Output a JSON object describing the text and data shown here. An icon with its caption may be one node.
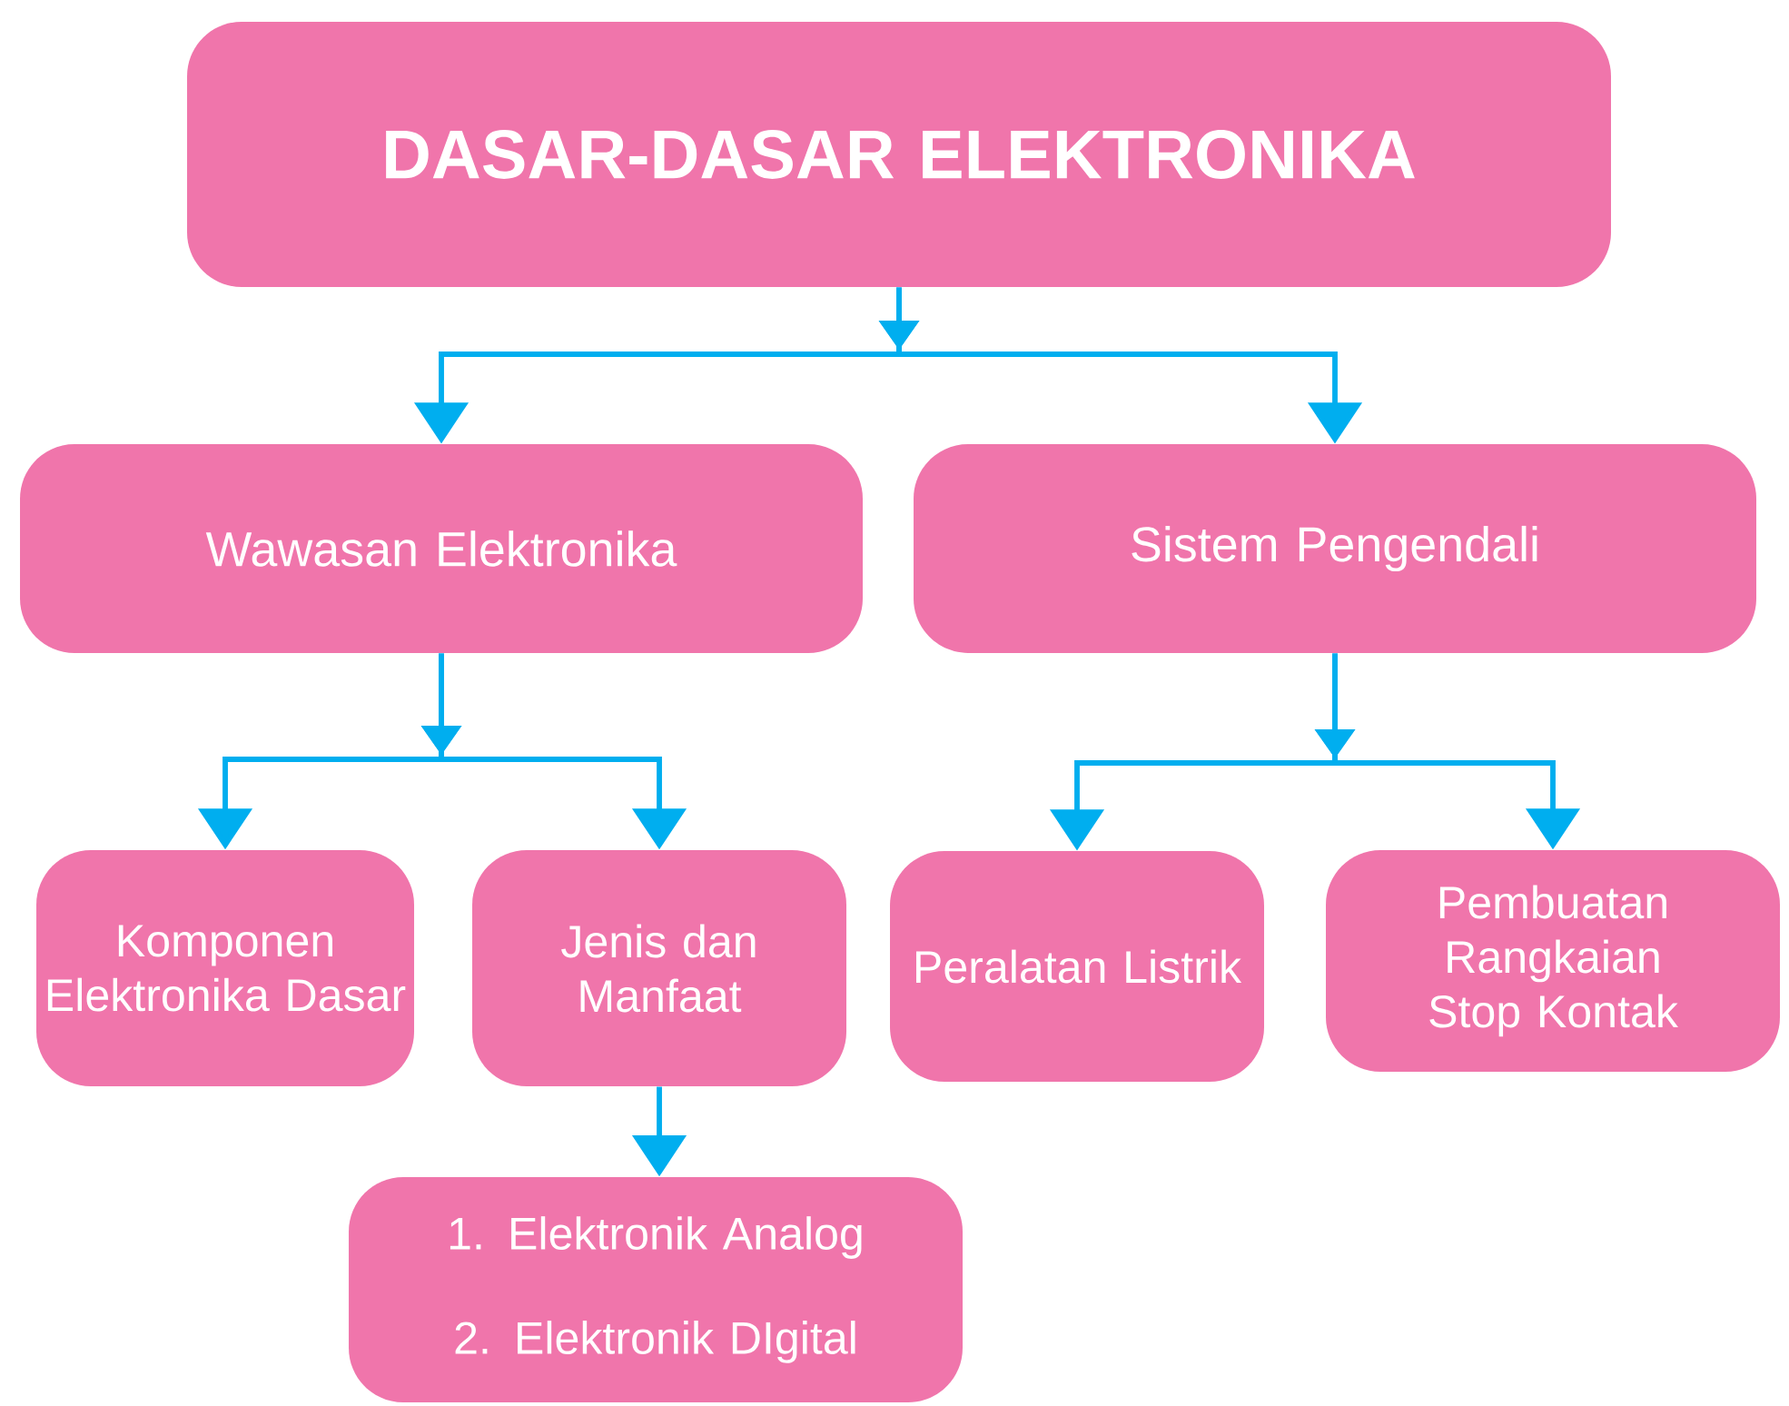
{
  "diagram": {
    "nodes": [
      {
        "text": [
          "DASAR-DASAR ELEKTRONIKA"
        ]
      },
      {
        "text": [
          "Wawasan Elektronika"
        ]
      },
      {
        "text": [
          "Sistem Pengendali"
        ]
      },
      {
        "text": [
          "Komponen Elektronika Dasar"
        ]
      },
      {
        "text": [
          "Jenis dan Manfaat"
        ]
      },
      {
        "text": [
          "Peralatan Listrik"
        ]
      },
      {
        "text": [
          "Pembuatan Rangkaian Stop Kontak"
        ]
      },
      {
        "text": [
          "1. Elektronik Analog",
          "2. Elektronik DIgital"
        ]
      }
    ],
    "edges": [
      {
        "from": 0,
        "to": 1,
        "arrow": "to"
      },
      {
        "from": 0,
        "to": 2,
        "arrow": "to"
      },
      {
        "from": 1,
        "to": 3,
        "arrow": "to"
      },
      {
        "from": 1,
        "to": 4,
        "arrow": "to"
      },
      {
        "from": 2,
        "to": 5,
        "arrow": "to"
      },
      {
        "from": 2,
        "to": 6,
        "arrow": "to"
      },
      {
        "from": 4,
        "to": 7,
        "arrow": "to"
      }
    ]
  }
}
